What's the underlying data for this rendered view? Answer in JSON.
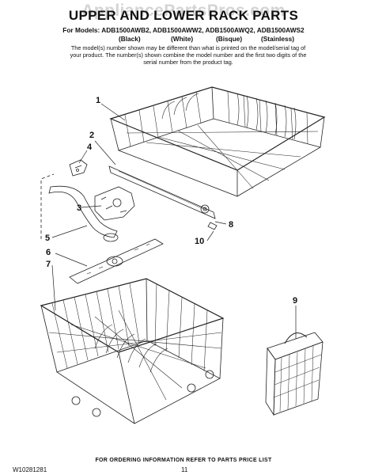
{
  "watermark": "AppliancePartsPros.com",
  "title": "UPPER AND LOWER RACK PARTS",
  "models_line": "For Models: ADB1500AWB2, ADB1500AWW2, ADB1500AWQ2, ADB1500AWS2",
  "finishes": [
    "(Black)",
    "(White)",
    "(Bisque)",
    "(Stainless)"
  ],
  "note": "The model(s) number shown may be different than what is printed on the model/serial tag of your product. The number(s) shown combine the model number and the first two digits of the serial number from the product tag.",
  "callouts": [
    "1",
    "2",
    "3",
    "4",
    "5",
    "6",
    "7",
    "8",
    "9",
    "10"
  ],
  "footer": {
    "ordering_info": "FOR ORDERING INFORMATION REFER TO PARTS PRICE LIST",
    "doc_number": "W10281281",
    "page": "11"
  }
}
